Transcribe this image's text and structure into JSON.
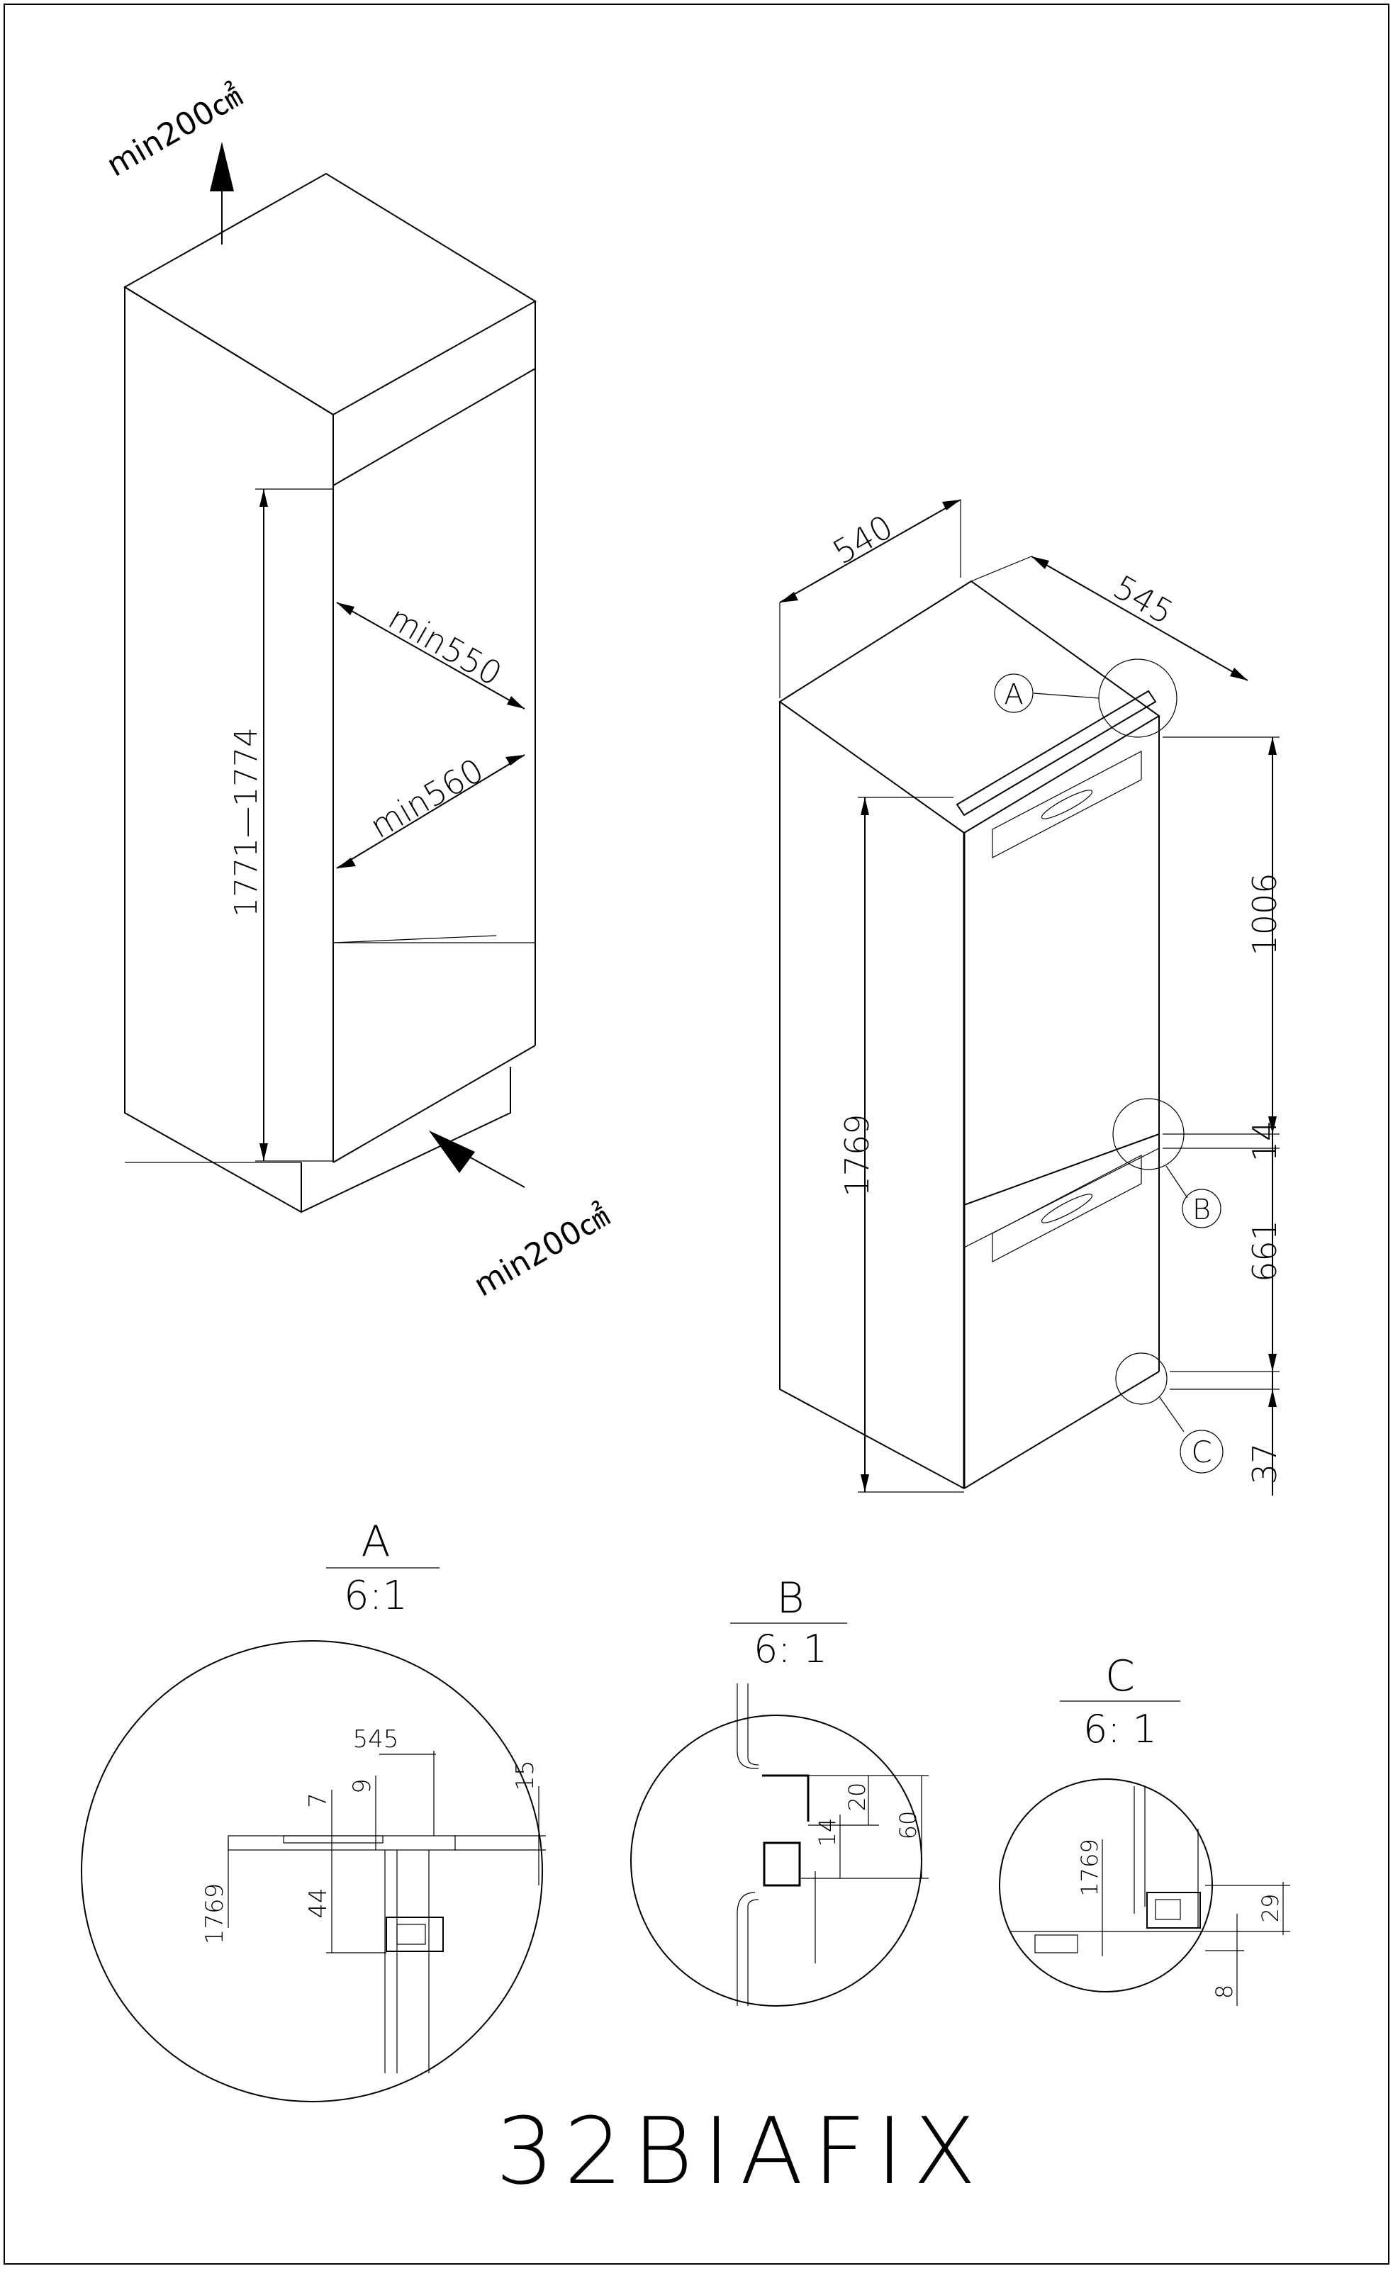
{
  "cabinet": {
    "vent_top": "min200㎠",
    "vent_bottom": "min200㎠",
    "height_range": "1771—1774",
    "depth_min": "min550",
    "width_min": "min560"
  },
  "appliance": {
    "width": "540",
    "depth": "545",
    "height": "1769",
    "upper_door": "1006",
    "gap": "14",
    "lower_door": "661",
    "plinth": "37",
    "callout_a": "A",
    "callout_b": "B",
    "callout_c": "C"
  },
  "detail_a": {
    "label": "A",
    "scale": "6:1",
    "dims": {
      "depth": "545",
      "d9": "9",
      "d7": "7",
      "d15": "15",
      "height": "1769",
      "d44": "44"
    }
  },
  "detail_b": {
    "label": "B",
    "scale": "6: 1",
    "dims": {
      "d20": "20",
      "d14": "14",
      "d60": "60"
    }
  },
  "detail_c": {
    "label": "C",
    "scale": "6: 1",
    "dims": {
      "height": "1769",
      "d29": "29",
      "d8": "8"
    }
  },
  "model": "32BIAFIX"
}
